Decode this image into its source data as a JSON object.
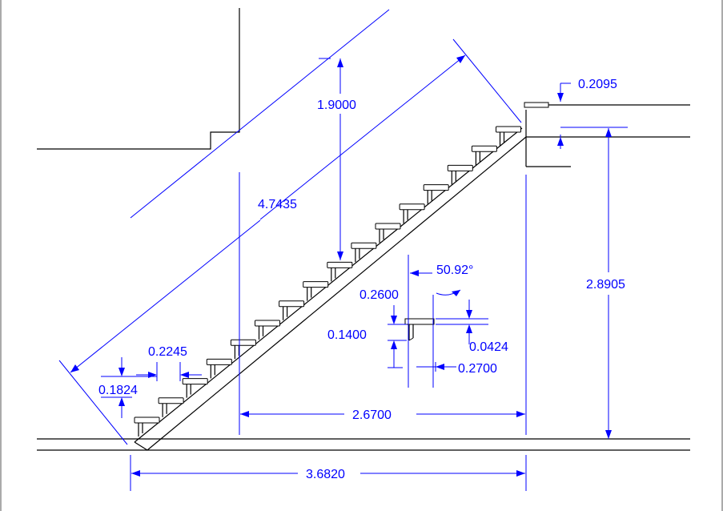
{
  "colors": {
    "dimension": "#0000ff",
    "geometry": "#000000",
    "background": "#ffffff"
  },
  "dimensions": {
    "top_offset": "0.2095",
    "rise_clearance": "1.9000",
    "stair_length": "4.7435",
    "total_rise": "2.8905",
    "angle": "50.92°",
    "nosing_height": "0.2600",
    "tread_detail_height": "0.1400",
    "tread_thickness": "0.0424",
    "tread_depth": "0.2700",
    "step_run": "0.2245",
    "step_rise": "0.1824",
    "landing_run": "2.6700",
    "total_run": "3.6820"
  }
}
